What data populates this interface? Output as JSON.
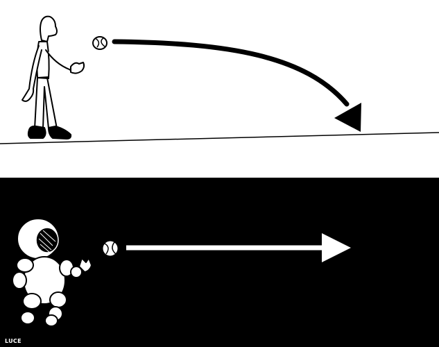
{
  "comic": {
    "signature": "LUCE",
    "colors": {
      "top_background": "#ffffff",
      "bottom_background": "#000000",
      "ink": "#000000",
      "paper": "#ffffff"
    },
    "top_panel": {
      "subject": "person-throwing-ball-on-earth",
      "ball_path": "curved-arc-falling-to-ground"
    },
    "bottom_panel": {
      "subject": "astronaut-throwing-ball-in-space",
      "ball_path": "straight-line"
    }
  }
}
